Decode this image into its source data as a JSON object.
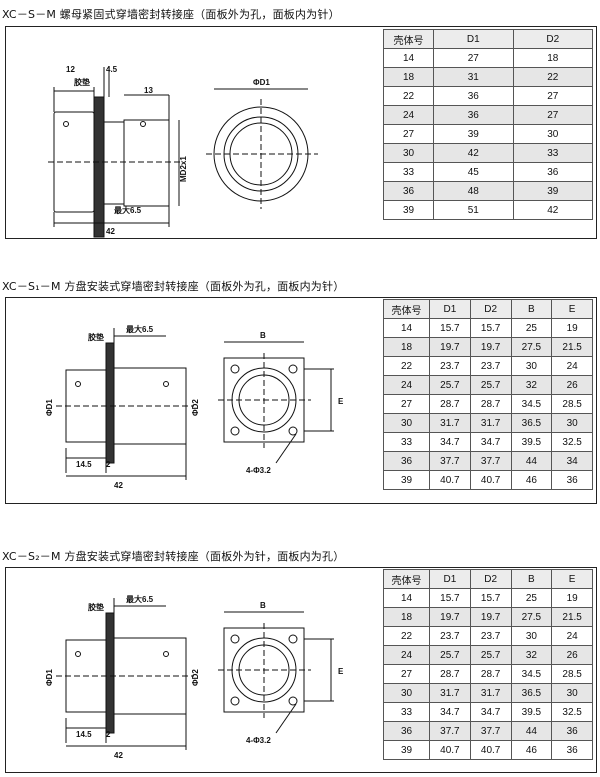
{
  "sections": [
    {
      "title": "XC－S－M  螺母紧固式穿墙密封转接座（面板外为孔，面板内为针）",
      "headers": [
        "壳体号",
        "D1",
        "D2"
      ],
      "rows": [
        [
          "14",
          "27",
          "18"
        ],
        [
          "18",
          "31",
          "22"
        ],
        [
          "22",
          "36",
          "27"
        ],
        [
          "24",
          "36",
          "27"
        ],
        [
          "27",
          "39",
          "30"
        ],
        [
          "30",
          "42",
          "33"
        ],
        [
          "33",
          "45",
          "36"
        ],
        [
          "36",
          "48",
          "39"
        ],
        [
          "39",
          "51",
          "42"
        ]
      ],
      "drawing": {
        "l1": "12",
        "l2": "4.5",
        "l3": "胶垫",
        "l4": "13",
        "l5": "MD2x1",
        "l6": "最大6.5",
        "l7": "42",
        "l8": "ΦD1"
      }
    },
    {
      "title": "XC－S₁－M  方盘安装式穿墙密封转接座（面板外为孔，面板内为针）",
      "headers": [
        "壳体号",
        "D1",
        "D2",
        "B",
        "E"
      ],
      "rows": [
        [
          "14",
          "15.7",
          "15.7",
          "25",
          "19"
        ],
        [
          "18",
          "19.7",
          "19.7",
          "27.5",
          "21.5"
        ],
        [
          "22",
          "23.7",
          "23.7",
          "30",
          "24"
        ],
        [
          "24",
          "25.7",
          "25.7",
          "32",
          "26"
        ],
        [
          "27",
          "28.7",
          "28.7",
          "34.5",
          "28.5"
        ],
        [
          "30",
          "31.7",
          "31.7",
          "36.5",
          "30"
        ],
        [
          "33",
          "34.7",
          "34.7",
          "39.5",
          "32.5"
        ],
        [
          "36",
          "37.7",
          "37.7",
          "44",
          "34"
        ],
        [
          "39",
          "40.7",
          "40.7",
          "46",
          "36"
        ]
      ],
      "drawing": {
        "l1": "胶垫",
        "l2": "最大6.5",
        "l3": "ΦD1",
        "l4": "ΦD2",
        "l5": "14.5",
        "l6": "2",
        "l7": "42",
        "l8": "B",
        "l9": "E",
        "l10": "4-Φ3.2"
      }
    },
    {
      "title": "XC－S₂－M  方盘安装式穿墙密封转接座（面板外为针，面板内为孔）",
      "headers": [
        "壳体号",
        "D1",
        "D2",
        "B",
        "E"
      ],
      "rows": [
        [
          "14",
          "15.7",
          "15.7",
          "25",
          "19"
        ],
        [
          "18",
          "19.7",
          "19.7",
          "27.5",
          "21.5"
        ],
        [
          "22",
          "23.7",
          "23.7",
          "30",
          "24"
        ],
        [
          "24",
          "25.7",
          "25.7",
          "32",
          "26"
        ],
        [
          "27",
          "28.7",
          "28.7",
          "34.5",
          "28.5"
        ],
        [
          "30",
          "31.7",
          "31.7",
          "36.5",
          "30"
        ],
        [
          "33",
          "34.7",
          "34.7",
          "39.5",
          "32.5"
        ],
        [
          "36",
          "37.7",
          "37.7",
          "44",
          "36"
        ],
        [
          "39",
          "40.7",
          "40.7",
          "46",
          "36"
        ]
      ],
      "drawing": {
        "l1": "胶垫",
        "l2": "最大6.5",
        "l3": "ΦD1",
        "l4": "ΦD2",
        "l5": "14.5",
        "l6": "2",
        "l7": "42",
        "l8": "B",
        "l9": "E",
        "l10": "4-Φ3.2"
      }
    }
  ]
}
